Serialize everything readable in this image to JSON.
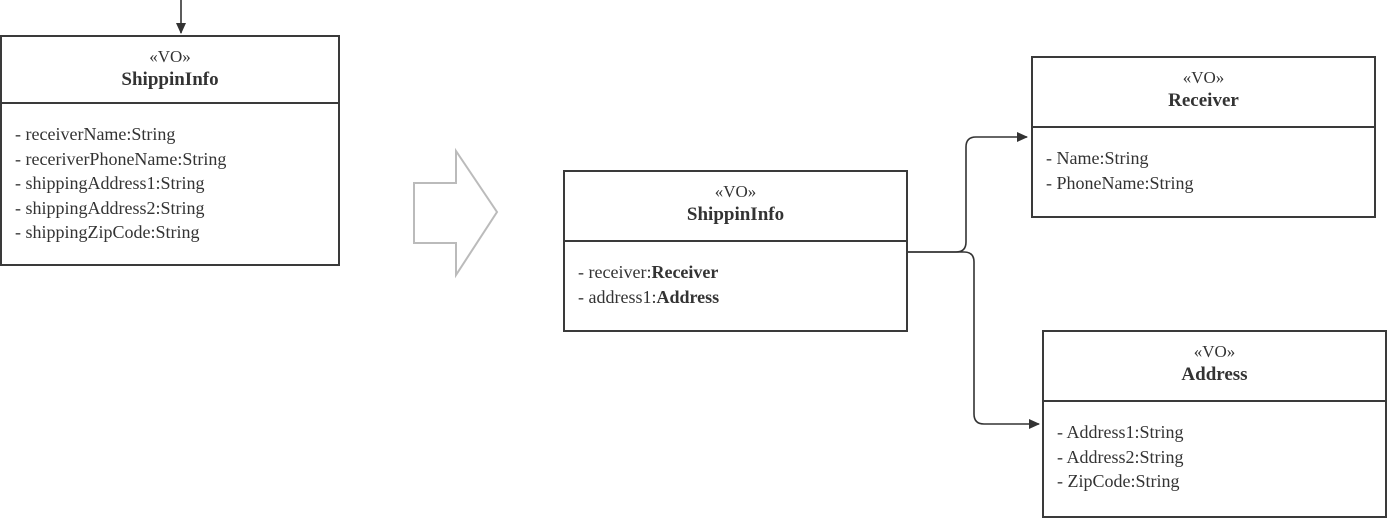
{
  "diagram": {
    "transform_arrow": "big-right-arrow",
    "before": {
      "stereotype": "«VO»",
      "name": "ShippinInfo",
      "attributes": [
        "- receiverName:String",
        "- receriverPhoneName:String",
        "- shippingAddress1:String",
        "- shippingAddress2:String",
        "- shippingZipCode:String"
      ]
    },
    "after": {
      "shippininfo": {
        "stereotype": "«VO»",
        "name": "ShippinInfo",
        "attributes": [
          {
            "prefix": "- receiver:",
            "type": "Receiver"
          },
          {
            "prefix": "- address1:",
            "type": "Address"
          }
        ]
      },
      "receiver": {
        "stereotype": "«VO»",
        "name": "Receiver",
        "attributes": [
          "- Name:String",
          "- PhoneName:String"
        ]
      },
      "address": {
        "stereotype": "«VO»",
        "name": "Address",
        "attributes": [
          "- Address1:String",
          "- Address2:String",
          "- ZipCode:String"
        ]
      }
    }
  }
}
